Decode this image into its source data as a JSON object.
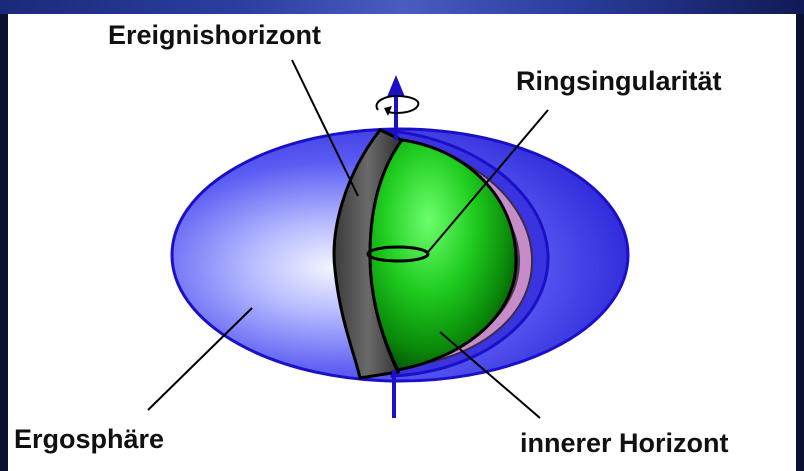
{
  "diagram": {
    "labels": {
      "event_horizon": "Ereignishorizont",
      "ring_singularity": "Ringsingularität",
      "ergosphere": "Ergosphäre",
      "inner_horizon": "innerer Horizont"
    }
  }
}
